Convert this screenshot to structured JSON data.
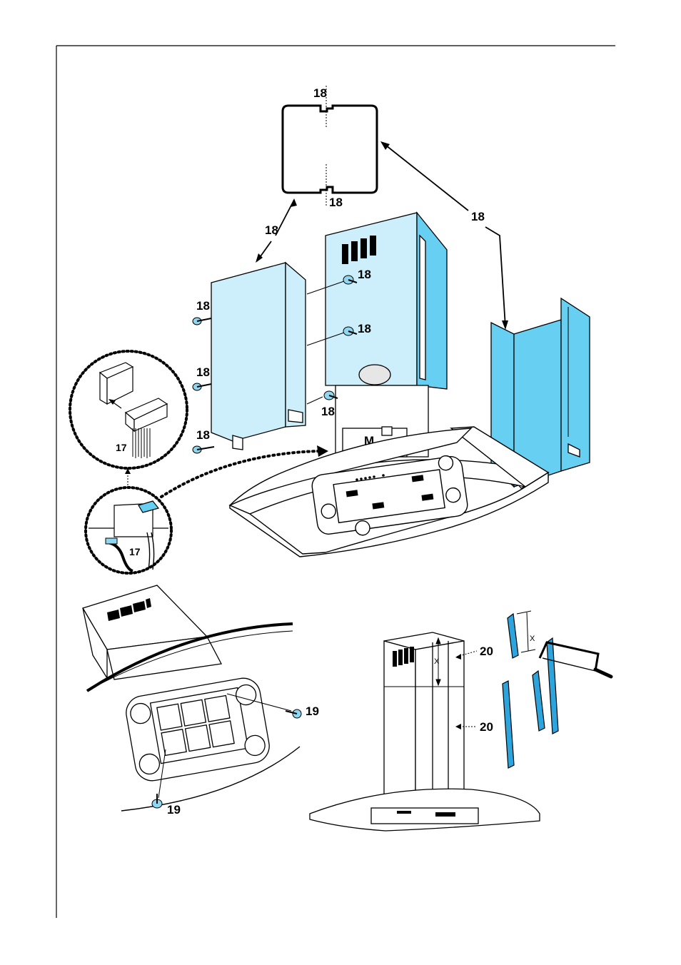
{
  "colors": {
    "panel_light": "#cdeffb",
    "panel_blue": "#67d0f2",
    "strip_blue": "#2ea4dc",
    "screw": "#8fd6f0",
    "ink": "#000000"
  },
  "labels": {
    "top_18": "18",
    "bottom_18": "18",
    "left_arrow_18": "18",
    "right_arrow_18": "18",
    "screw_a": "18",
    "screw_b": "18",
    "screw_c": "18",
    "left_screw_1": "18",
    "left_screw_2": "18",
    "left_screw_3": "18",
    "cable_upper": "17",
    "cable_lower": "17",
    "motor": "M",
    "screw_19_right": "19",
    "screw_19_bottom": "19",
    "rail_20_upper": "20",
    "rail_20_lower": "20",
    "dim_x_chimney": "X",
    "dim_x_strip": "X"
  }
}
